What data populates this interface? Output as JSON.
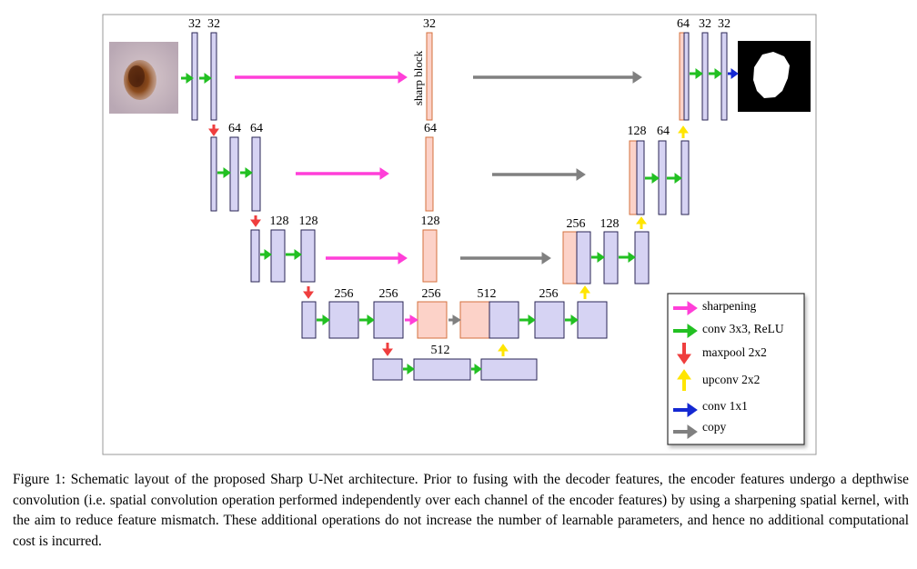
{
  "figure": {
    "colors": {
      "encoder_block": "#d6d3f3",
      "sharp_block": "#fcd2c8",
      "block_stroke_enc": "#2a2655",
      "block_stroke_sharp": "#d4703e",
      "sharpening": "#ff3fd8",
      "conv": "#22c022",
      "maxpool": "#ef3e3e",
      "upconv": "#ffe500",
      "conv1x1": "#1428d2",
      "copy": "#808080"
    },
    "labels": {
      "sharp_block": "sharp block",
      "l1_e1": "32",
      "l1_e2": "32",
      "l1_s": "32",
      "l1_d1": "64",
      "l1_d2": "32",
      "l1_d3": "32",
      "l2_e1": "64",
      "l2_e2": "64",
      "l2_s": "64",
      "l2_d1": "128",
      "l2_d2": "64",
      "l3_e1": "128",
      "l3_e2": "128",
      "l3_s": "128",
      "l3_d1": "256",
      "l3_d2": "128",
      "l4_e1": "256",
      "l4_e2": "256",
      "l4_s": "256",
      "l4_d1": "512",
      "l4_d2": "256",
      "l5": "512"
    },
    "legend": [
      {
        "label": "sharpening",
        "icon": "arrow-right",
        "color": "#ff3fd8"
      },
      {
        "label": "conv 3x3, ReLU",
        "icon": "arrow-right",
        "color": "#22c022"
      },
      {
        "label": "maxpool 2x2",
        "icon": "arrow-down",
        "color": "#ef3e3e"
      },
      {
        "label": "upconv 2x2",
        "icon": "arrow-up",
        "color": "#ffe500"
      },
      {
        "label": "conv 1x1",
        "icon": "arrow-right",
        "color": "#1428d2"
      },
      {
        "label": "copy",
        "icon": "arrow-right",
        "color": "#808080"
      }
    ]
  },
  "caption": "Figure 1: Schematic layout of the proposed Sharp U-Net architecture. Prior to fusing with the decoder features, the encoder features undergo a depthwise convolution (i.e. spatial convolution operation performed independently over each channel of the encoder features) by using a sharpening spatial kernel, with the aim to reduce feature mismatch. These additional operations do not increase the number of learnable parameters, and hence no additional computational cost is incurred."
}
